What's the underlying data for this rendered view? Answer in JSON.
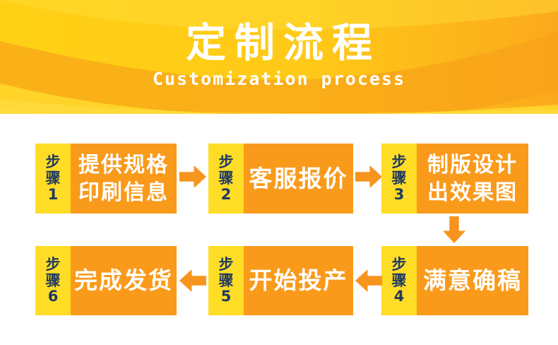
{
  "header": {
    "title": "定制流程",
    "subtitle": "Customization process"
  },
  "steps": [
    {
      "label": "步骤1",
      "line1": "提供规格",
      "line2": "印刷信息"
    },
    {
      "label": "步骤2",
      "line1": "客服报价",
      "line2": ""
    },
    {
      "label": "步骤3",
      "line1": "制版设计",
      "line2": "出效果图"
    },
    {
      "label": "步骤4",
      "line1": "满意确稿",
      "line2": ""
    },
    {
      "label": "步骤5",
      "line1": "开始投产",
      "line2": ""
    },
    {
      "label": "步骤6",
      "line1": "完成发货",
      "line2": ""
    }
  ],
  "colors": {
    "box_orange": "#FA9A1B",
    "arrow_orange": "#F7941D",
    "label_yellow": "#FFDC26",
    "label_text_navy": "#1F3A5F",
    "header_gradient_start": "#FFD115",
    "header_gradient_end": "#FBA91C",
    "text_white": "#FFFFFF"
  }
}
